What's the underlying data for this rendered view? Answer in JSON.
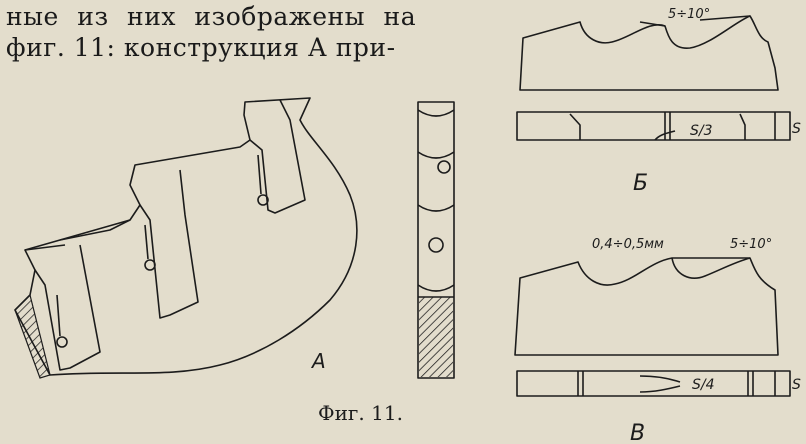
{
  "text": {
    "line1": "ные из них изображены на",
    "line2": "фиг. 11: конструкция А при-"
  },
  "figure": {
    "caption": "Фиг. 11.",
    "label_a": "А",
    "label_b": "Б",
    "label_v": "В",
    "b_angle": "5÷10°",
    "b_thickness": "S/3",
    "b_s": "S",
    "v_gap": "0,4÷0,5мм",
    "v_angle": "5÷10°",
    "v_thickness": "S/4",
    "v_s": "S"
  }
}
